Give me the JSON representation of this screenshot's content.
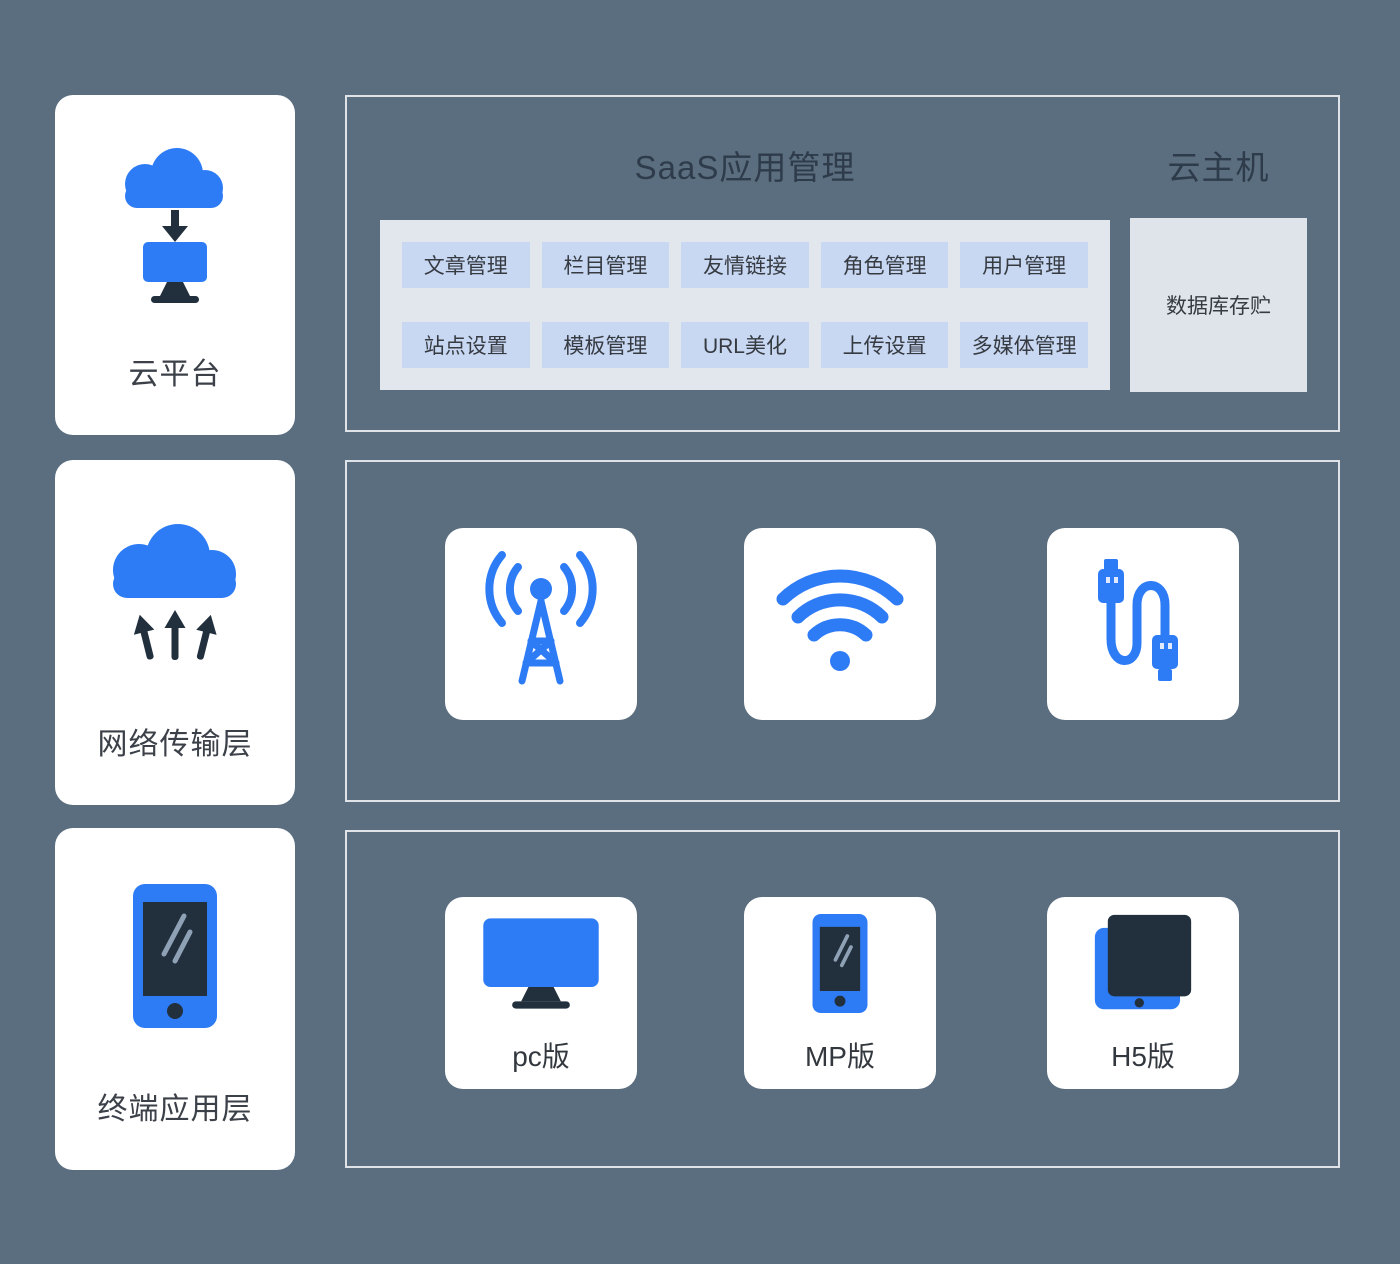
{
  "colors": {
    "background": "#5b6e7f",
    "accent_blue": "#2e7cf5",
    "dark_navy": "#22303e",
    "chip_bg": "#c8d7f2",
    "panel_bg": "#e2e7ee",
    "card_bg": "#ffffff"
  },
  "left_panels": [
    {
      "label": "云平台",
      "icon": "cloud-download-icon"
    },
    {
      "label": "网络传输层",
      "icon": "cloud-upload-icon"
    },
    {
      "label": "终端应用层",
      "icon": "smartphone-icon"
    }
  ],
  "saas_section": {
    "title": "SaaS应用管理",
    "host_title": "云主机",
    "chips_row1": [
      "文章管理",
      "栏目管理",
      "友情链接",
      "角色管理",
      "用户管理"
    ],
    "chips_row2": [
      "站点设置",
      "模板管理",
      "URL美化",
      "上传设置",
      "多媒体管理"
    ],
    "db_label": "数据库存贮"
  },
  "network_section": {
    "icons": [
      "antenna-icon",
      "wifi-icon",
      "usb-cable-icon"
    ]
  },
  "terminal_section": {
    "tiles": [
      {
        "label": "pc版",
        "icon": "pc-monitor-icon"
      },
      {
        "label": "MP版",
        "icon": "mp-phone-icon"
      },
      {
        "label": "H5版",
        "icon": "h5-tablet-icon"
      }
    ]
  }
}
